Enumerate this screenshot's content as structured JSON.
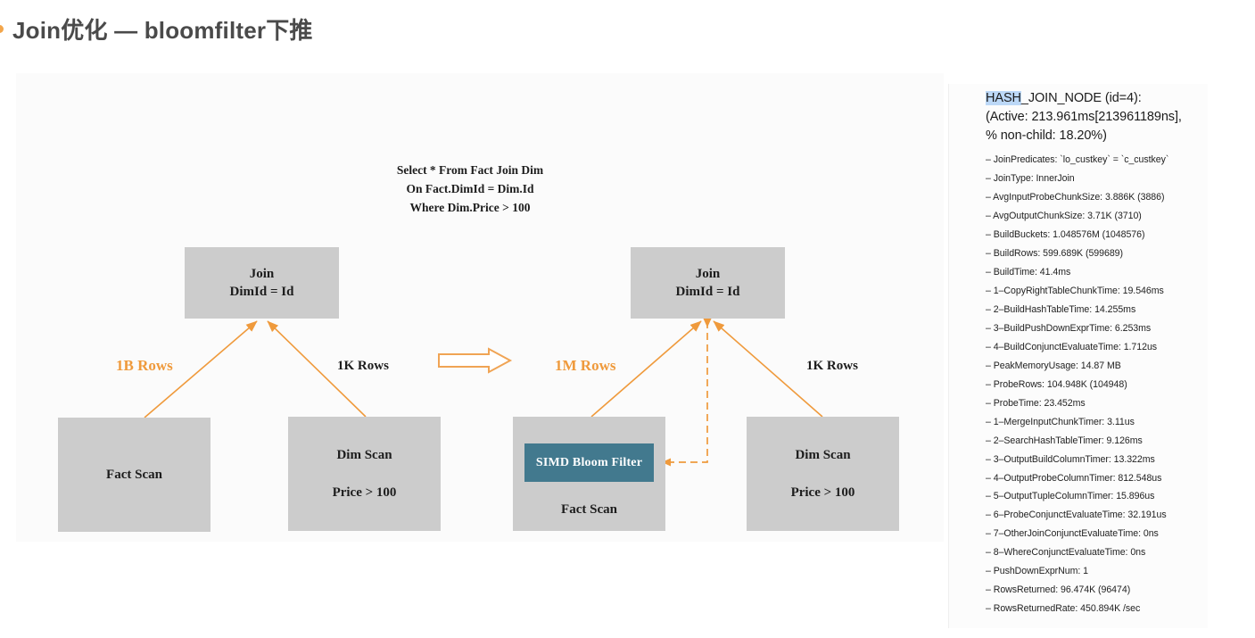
{
  "slide": {
    "title": "Join优化 — bloomfilter下推",
    "bullet_color": "#f3a64b"
  },
  "sql": {
    "line1": "Select * From Fact Join Dim",
    "line2": "On Fact.DimId = Dim.Id",
    "line3": "Where Dim.Price > 100"
  },
  "diagram": {
    "arrow_color": "#ef9a3c",
    "node_fill": "#cccccc",
    "bloom_fill": "#42798e",
    "left_plan": {
      "join": {
        "line1": "Join",
        "line2": "DimId = Id"
      },
      "fact_scan": {
        "line1": "Fact Scan"
      },
      "dim_scan": {
        "line1": "Dim Scan",
        "line2": "Price > 100"
      },
      "left_edge_label": "1B Rows",
      "right_edge_label": "1K Rows"
    },
    "right_plan": {
      "join": {
        "line1": "Join",
        "line2": "DimId = Id"
      },
      "fact_scan": {
        "line1": "Fact Scan"
      },
      "bloom_filter": "SIMD Bloom Filter",
      "dim_scan": {
        "line1": "Dim Scan",
        "line2": "Price > 100"
      },
      "left_edge_label": "1M Rows",
      "right_edge_label": "1K Rows"
    }
  },
  "profile": {
    "header": {
      "highlight": "HASH",
      "rest_line1": "_JOIN_NODE (id=4):",
      "line2": "(Active: 213.961ms[213961189ns],",
      "line3": "% non-child: 18.20%)"
    },
    "metrics": [
      "– JoinPredicates: `lo_custkey` = `c_custkey`",
      "– JoinType: InnerJoin",
      "– AvgInputProbeChunkSize: 3.886K (3886)",
      "– AvgOutputChunkSize: 3.71K (3710)",
      "– BuildBuckets: 1.048576M (1048576)",
      "– BuildRows: 599.689K (599689)",
      "– BuildTime: 41.4ms",
      "– 1–CopyRightTableChunkTime: 19.546ms",
      "– 2–BuildHashTableTime: 14.255ms",
      "– 3–BuildPushDownExprTime: 6.253ms",
      "– 4–BuildConjunctEvaluateTime: 1.712us",
      "– PeakMemoryUsage: 14.87 MB",
      "– ProbeRows: 104.948K (104948)",
      "– ProbeTime: 23.452ms",
      "– 1–MergeInputChunkTimer: 3.11us",
      "– 2–SearchHashTableTimer: 9.126ms",
      "– 3–OutputBuildColumnTimer: 13.322ms",
      "– 4–OutputProbeColumnTimer: 812.548us",
      "– 5–OutputTupleColumnTimer: 15.896us",
      "– 6–ProbeConjunctEvaluateTime: 32.191us",
      "– 7–OtherJoinConjunctEvaluateTime: 0ns",
      "– 8–WhereConjunctEvaluateTime: 0ns",
      "– PushDownExprNum: 1",
      "– RowsReturned: 96.474K (96474)",
      "– RowsReturnedRate: 450.894K /sec"
    ]
  }
}
